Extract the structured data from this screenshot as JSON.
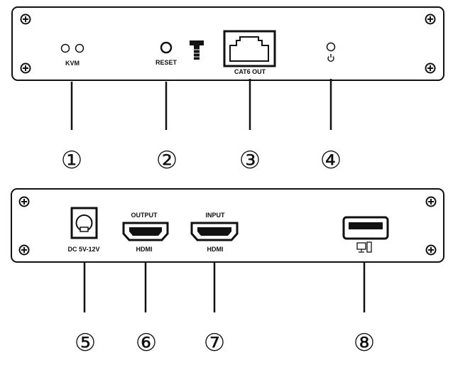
{
  "front_panel": {
    "kvm_label": "KVM",
    "reset_label": "RESET",
    "cat6_label": "CAT6 OUT"
  },
  "rear_panel": {
    "dc_label": "DC 5V-12V",
    "output_top_label": "OUTPUT",
    "output_bottom_label": "HDMI",
    "input_top_label": "INPUT",
    "input_bottom_label": "HDMI"
  },
  "callouts": {
    "c1": "①",
    "c2": "②",
    "c3": "③",
    "c4": "④",
    "c5": "⑤",
    "c6": "⑥",
    "c7": "⑦",
    "c8": "⑧"
  }
}
